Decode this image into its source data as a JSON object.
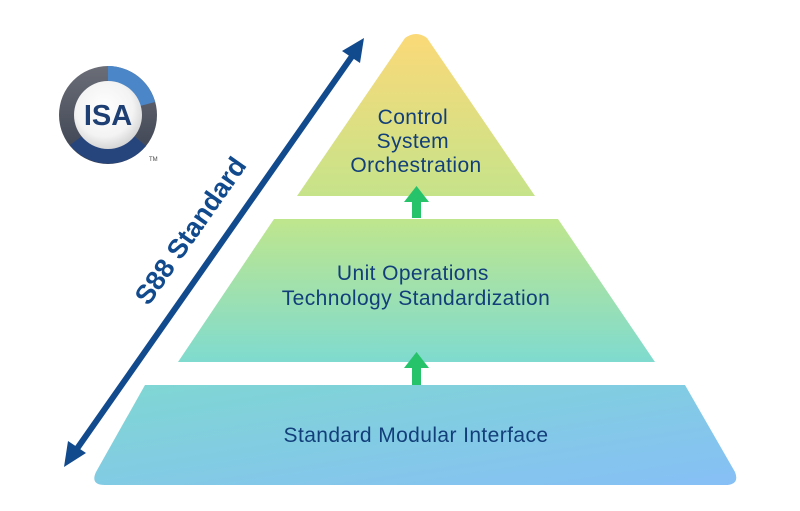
{
  "logo": {
    "text": "ISA",
    "trademark": "TM"
  },
  "side_axis": {
    "label": "S88 Standard"
  },
  "pyramid": {
    "top": {
      "lines": [
        "Control",
        "System",
        "Orchestration"
      ]
    },
    "middle": {
      "lines": [
        "Unit Operations",
        "Technology Standardization"
      ]
    },
    "bottom": {
      "lines": [
        "Standard Modular Interface"
      ]
    }
  },
  "colors": {
    "tier_text": "#123f7a",
    "axis_arrow": "#124a8e",
    "up_arrow": "#26c36b",
    "top_gradient": [
      "#fbd978",
      "#c6e38a"
    ],
    "middle_gradient": [
      "#bfe68d",
      "#7fdbcf"
    ],
    "bottom_gradient": [
      "#7dd3d8",
      "#84c1f5"
    ]
  }
}
